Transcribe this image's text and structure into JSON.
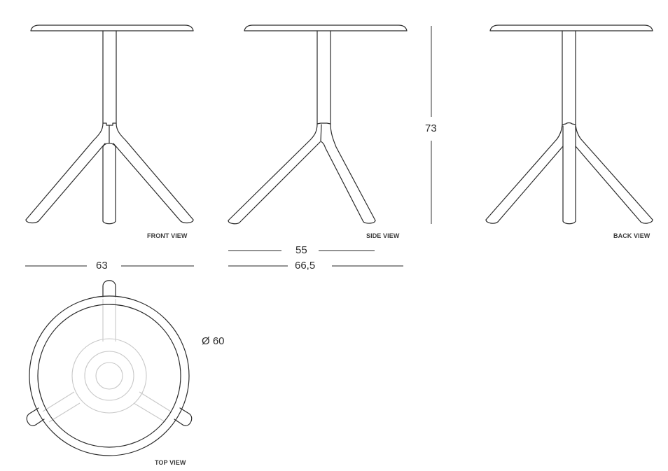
{
  "views": {
    "front": {
      "label": "FRONT VIEW"
    },
    "side": {
      "label": "SIDE VIEW"
    },
    "back": {
      "label": "BACK VIEW"
    },
    "top": {
      "label": "TOP VIEW"
    }
  },
  "dimensions": {
    "height": "73",
    "front_width": "63",
    "side_footprint": "55",
    "side_width": "66,5",
    "top_diameter": "Ø 60"
  },
  "colors": {
    "line": "#2a2a2a",
    "hidden_line": "#c8c8c8",
    "dimension_line": "#6e6e6e",
    "background": "#ffffff"
  }
}
